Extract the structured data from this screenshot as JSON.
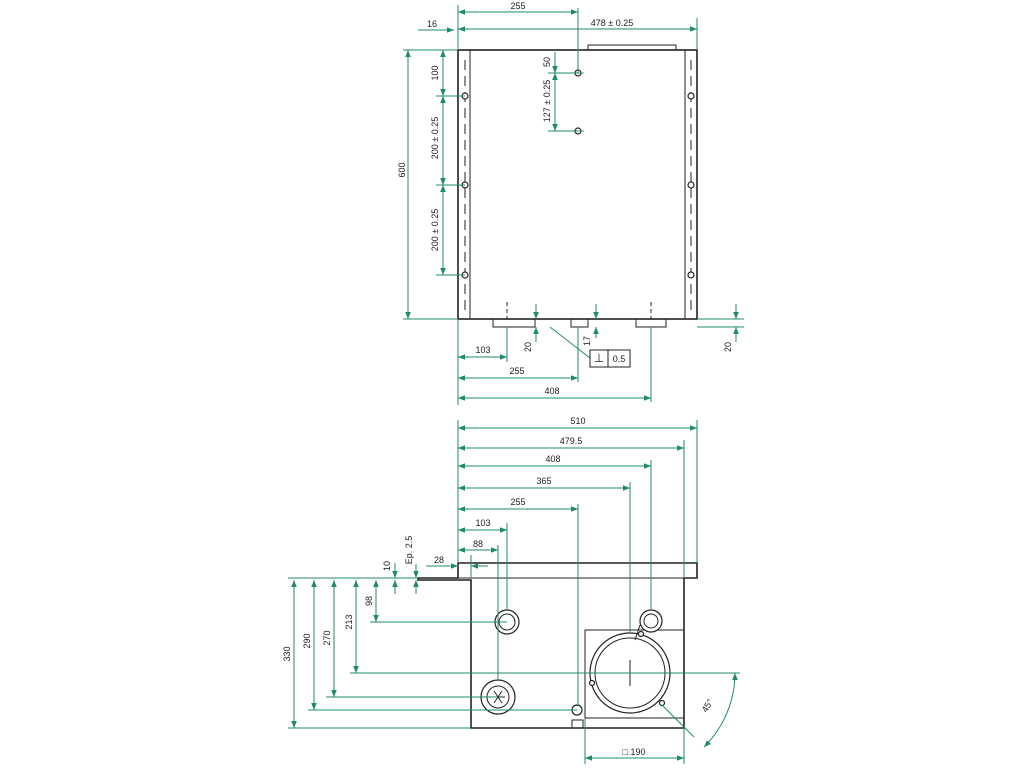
{
  "colors": {
    "dimension": "#1f8a6e",
    "outline": "#222222",
    "background": "#ffffff"
  },
  "front_view": {
    "top": {
      "d16": "16",
      "d255": "255",
      "d478": "478 ± 0.25"
    },
    "left": {
      "d600": "600",
      "d100": "100",
      "d200a": "200 ± 0.25",
      "d200b": "200 ± 0.25"
    },
    "holes": {
      "d50": "50",
      "d127": "127 ± 0.25"
    },
    "bottom": {
      "d103": "103",
      "d255": "255",
      "d408": "408",
      "d20a": "20",
      "d17": "17",
      "d20b": "20",
      "tolerance_symbol": "⊥",
      "tolerance_value": "0.5"
    }
  },
  "top_view": {
    "widths": {
      "d510": "510",
      "d479": "479.5",
      "d408": "408",
      "d365": "365",
      "d255": "255",
      "d103": "103",
      "d88": "88",
      "d28": "28"
    },
    "thickness": "Ep. 2.5",
    "heights": {
      "d10": "10",
      "d98": "98",
      "d213": "213",
      "d270": "270",
      "d290": "290",
      "d330": "330"
    },
    "angle": "45°",
    "square": "□ 190"
  }
}
